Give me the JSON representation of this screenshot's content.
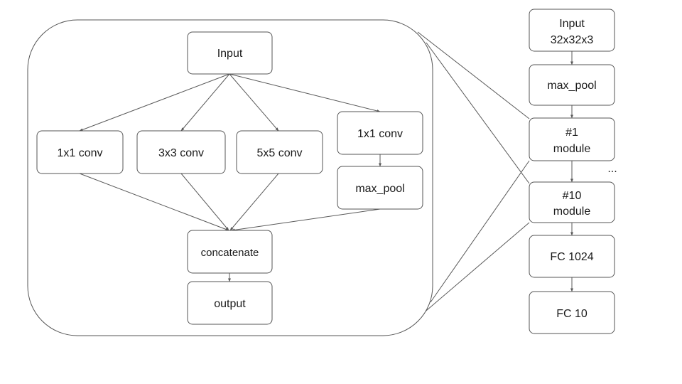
{
  "module_detail": {
    "input": "Input",
    "branch_1x1": "1x1 conv",
    "branch_3x3": "3x3 conv",
    "branch_5x5": "5x5 conv",
    "branch_pool_conv": "1x1 conv",
    "branch_pool": "max_pool",
    "concat": "concatenate",
    "output": "output"
  },
  "network": {
    "input_line1": "Input",
    "input_line2": "32x32x3",
    "max_pool": "max_pool",
    "module1_line1": "#1",
    "module1_line2": "module",
    "ellipsis": "...",
    "module10_line1": "#10",
    "module10_line2": "module",
    "fc1": "FC 1024",
    "fc2": "FC 10"
  },
  "colors": {
    "stroke": "#555555",
    "text": "#1a1a1a",
    "background": "#ffffff"
  }
}
